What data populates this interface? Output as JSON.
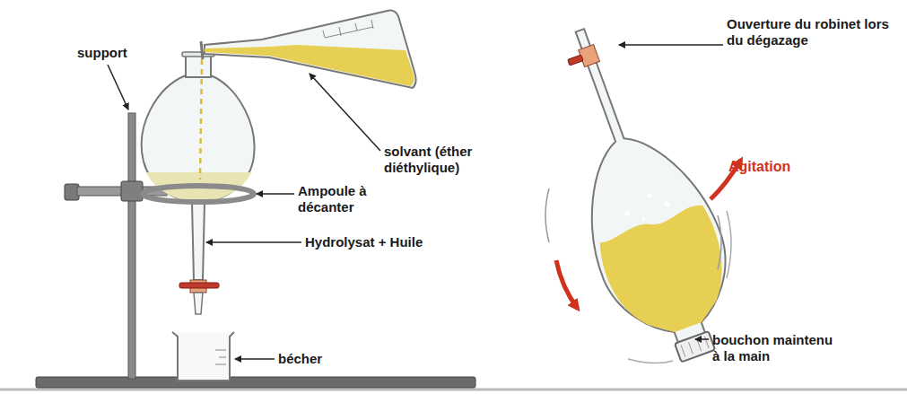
{
  "diagram": {
    "labels": [
      "support",
      "solvant (éther diéthylique)",
      "Ampoule à décanter",
      "Hydrolysat + Huile",
      "bécher",
      "Ouverture du robinet lors du dégazage",
      "Agitation",
      "bouchon maintenu à la main"
    ]
  }
}
